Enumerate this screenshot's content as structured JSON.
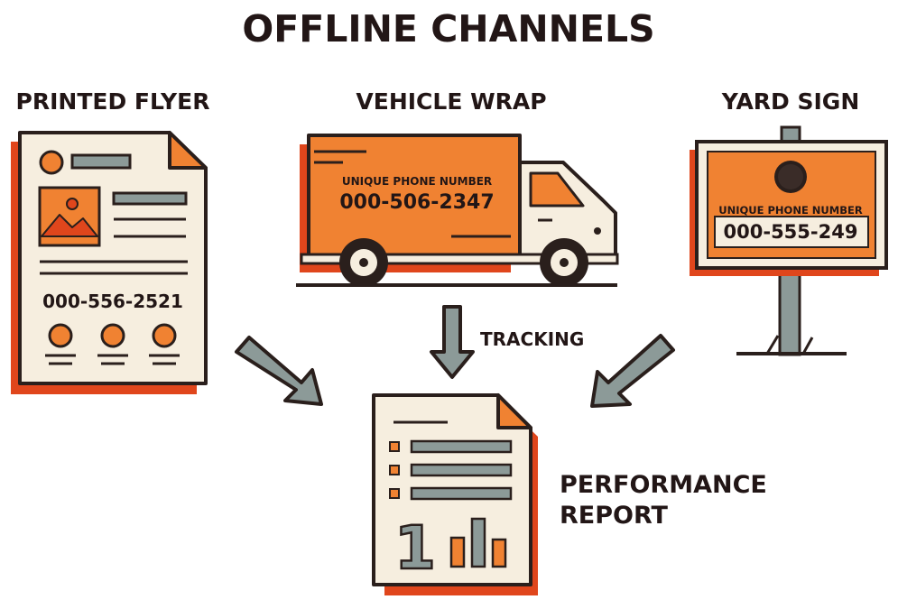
{
  "title": "OFFLINE CHANNELS",
  "channels": [
    {
      "name": "PRINTED FLYER",
      "phone": "000-556-2521",
      "icon": "flyer-icon"
    },
    {
      "name": "VEHICLE WRAP",
      "caption": "UNIQUE PHONE NUMBER",
      "phone": "000-506-2347",
      "icon": "truck-icon"
    },
    {
      "name": "YARD SIGN",
      "caption": "UNIQUE PHONE NUMBER",
      "phone": "000-555-249",
      "icon": "yard-sign-icon"
    }
  ],
  "tracking_label": "TRACKING",
  "report": {
    "line1": "PERFORMANCE",
    "line2": "REPORT",
    "digit": "1",
    "icon": "report-document-icon"
  },
  "colors": {
    "orange": "#F08232",
    "shadow": "#E0461C",
    "outline": "#2A1F1C",
    "paper": "#F6EEDF",
    "gray": "#8C9A98"
  }
}
